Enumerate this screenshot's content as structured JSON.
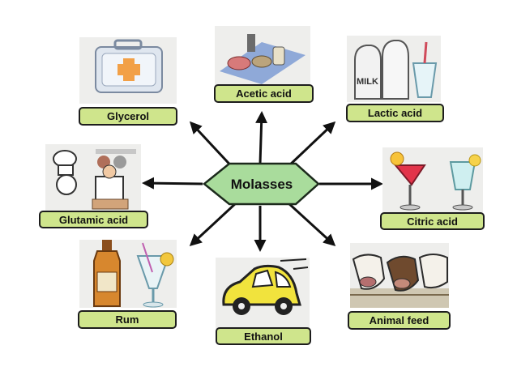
{
  "center": {
    "label": "Molasses",
    "fill": "#a9dc9c",
    "stroke": "#1c2a1c"
  },
  "label_color": "#cfe58c",
  "products": [
    {
      "id": "glycerol",
      "label": "Glycerol",
      "icon": "first-aid-kit-icon"
    },
    {
      "id": "acetic",
      "label": "Acetic acid",
      "icon": "food-ingredients-icon"
    },
    {
      "id": "lactic",
      "label": "Lactic acid",
      "icon": "milk-bottles-icon"
    },
    {
      "id": "glutamic",
      "label": "Glutamic acid",
      "icon": "chef-icon"
    },
    {
      "id": "citric",
      "label": "Citric acid",
      "icon": "cocktail-glasses-icon"
    },
    {
      "id": "rum",
      "label": "Rum",
      "icon": "bottle-and-glass-icon"
    },
    {
      "id": "ethanol",
      "label": "Ethanol",
      "icon": "car-icon"
    },
    {
      "id": "animal",
      "label": "Animal feed",
      "icon": "cattle-icon"
    }
  ]
}
